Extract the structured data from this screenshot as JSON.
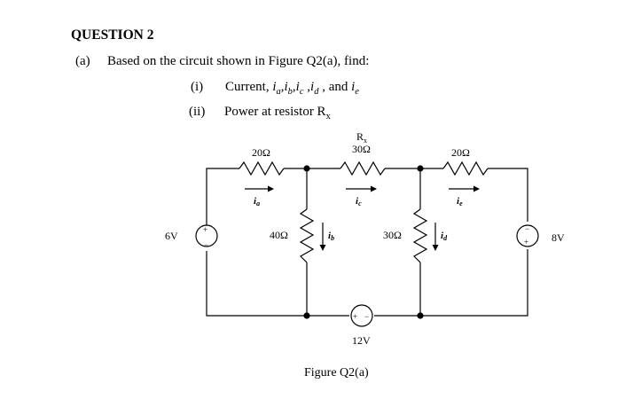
{
  "question": {
    "title": "QUESTION 2",
    "part_label": "(a)",
    "prompt": "Based on the circuit shown in Figure Q2(a), find:",
    "items": [
      {
        "num": "(i)",
        "lead": "Current, ",
        "currents": [
          {
            "base": "i",
            "sub": "a",
            "sep": ","
          },
          {
            "base": "i",
            "sub": "b",
            "sep": ","
          },
          {
            "base": "i",
            "sub": "c",
            "sep": " ,"
          },
          {
            "base": "i",
            "sub": "d",
            "sep": " ,"
          }
        ],
        "and_text": " and ",
        "last_current": {
          "base": "i",
          "sub": "e"
        }
      },
      {
        "num": "(ii)",
        "text": "Power at resistor R",
        "sub": "x"
      }
    ]
  },
  "circuit": {
    "caption": "Figure Q2(a)",
    "left_source": {
      "label": "6V",
      "plus": "+",
      "minus": "−"
    },
    "right_source": {
      "label": "8V",
      "plus": "+",
      "minus": "−"
    },
    "bottom_source": {
      "label": "12V",
      "plus": "+",
      "minus": "−"
    },
    "resistors": {
      "top_left": "20Ω",
      "rx_name": "R",
      "rx_sub": "x",
      "top_mid": "30Ω",
      "top_right": "20Ω",
      "mid_left": "40Ω",
      "mid_right": "30Ω"
    },
    "currents": {
      "a": {
        "base": "i",
        "sub": "a"
      },
      "b": {
        "base": "i",
        "sub": "b"
      },
      "c": {
        "base": "i",
        "sub": "c"
      },
      "d": {
        "base": "i",
        "sub": "d"
      },
      "e": {
        "base": "i",
        "sub": "e"
      }
    }
  }
}
